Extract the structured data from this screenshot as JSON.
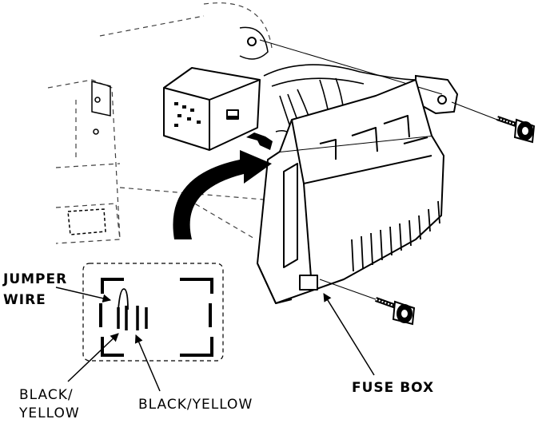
{
  "labels": {
    "jumper_wire_line1": "JUMPER",
    "jumper_wire_line2": "WIRE",
    "black_yellow_left_line1": "BLACK/",
    "black_yellow_left_line2": "YELLOW",
    "black_yellow_right": "BLACK/YELLOW",
    "fuse_box": "FUSE BOX"
  },
  "colors": {
    "ink": "#000000",
    "paper": "#ffffff",
    "shade": "#bdbdbd"
  }
}
